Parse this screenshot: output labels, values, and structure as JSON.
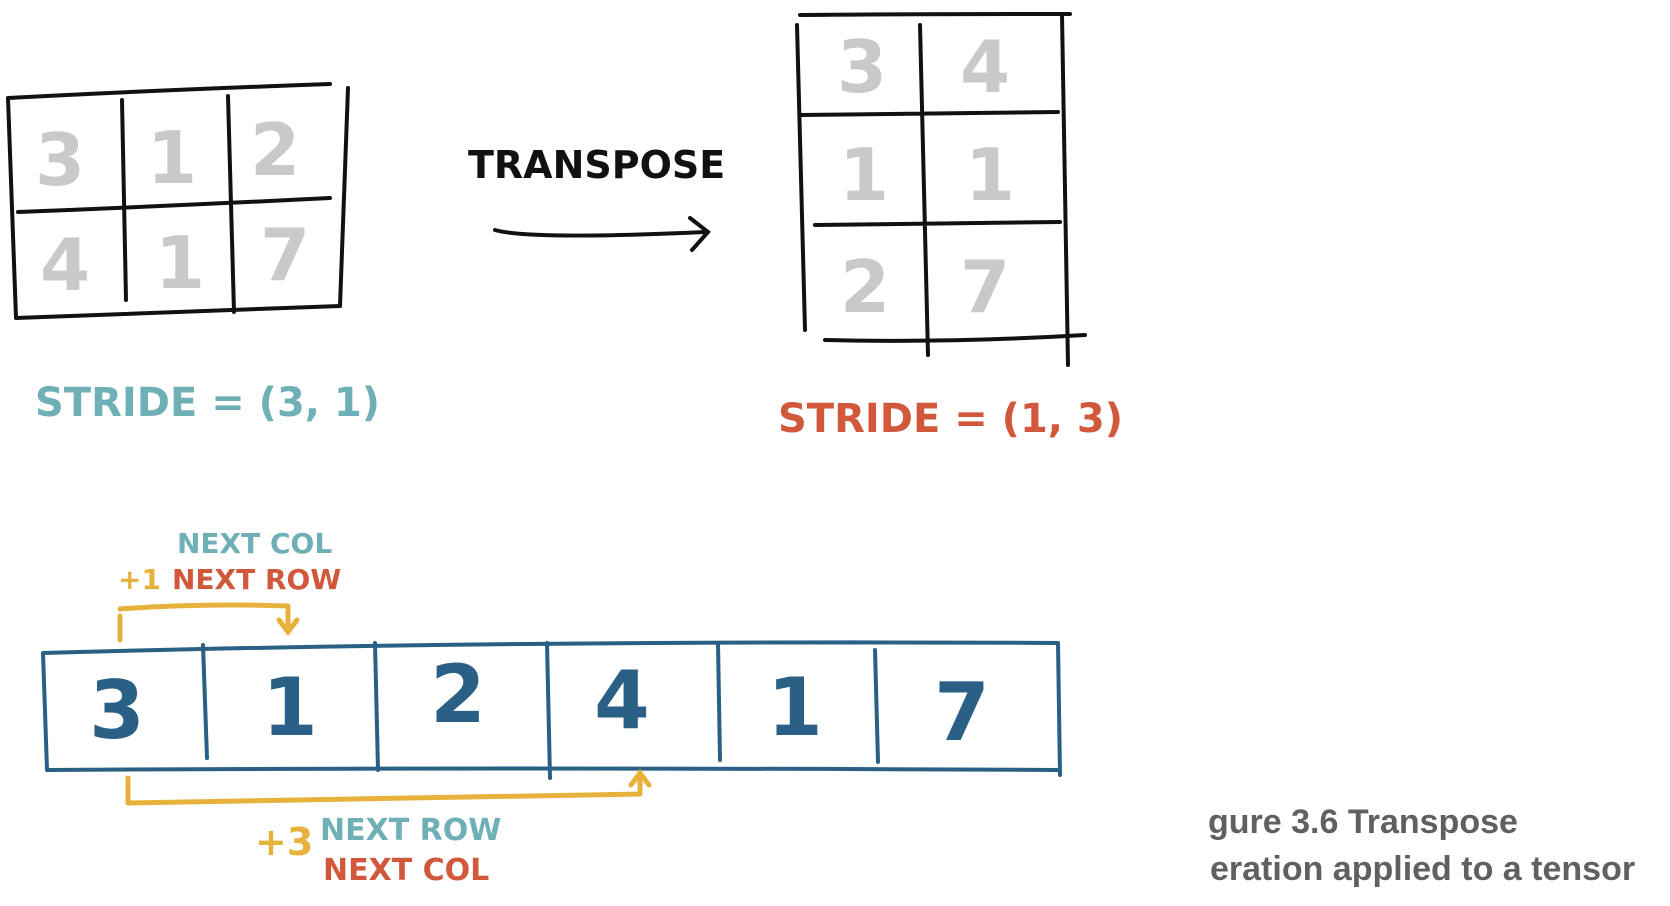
{
  "colors": {
    "ink": "#111111",
    "faded": "#c9c9c9",
    "teal": "#6fb0b7",
    "red": "#d2583b",
    "yellow": "#e6b23c",
    "blue": "#2a5f86",
    "caption": "#606060"
  },
  "original": {
    "grid": [
      [
        "3",
        "1",
        "2"
      ],
      [
        "4",
        "1",
        "7"
      ]
    ],
    "stride_label": "STRIDE = (3, 1)"
  },
  "transpose_label": "TRANSPOSE",
  "transposed": {
    "grid": [
      [
        "3",
        "4"
      ],
      [
        "1",
        "1"
      ],
      [
        "2",
        "7"
      ]
    ],
    "stride_label": "STRIDE = (1, 3)"
  },
  "storage": {
    "cells": [
      "3",
      "1",
      "2",
      "4",
      "1",
      "7"
    ]
  },
  "annotations": {
    "top_step": "+1",
    "top_teal": "NEXT COL",
    "top_red": "NEXT ROW",
    "bottom_step": "+3",
    "bottom_teal": "NEXT ROW",
    "bottom_red": "NEXT COL"
  },
  "caption": {
    "line1": "gure 3.6   Transpose",
    "line2": "eration applied to a tensor"
  }
}
